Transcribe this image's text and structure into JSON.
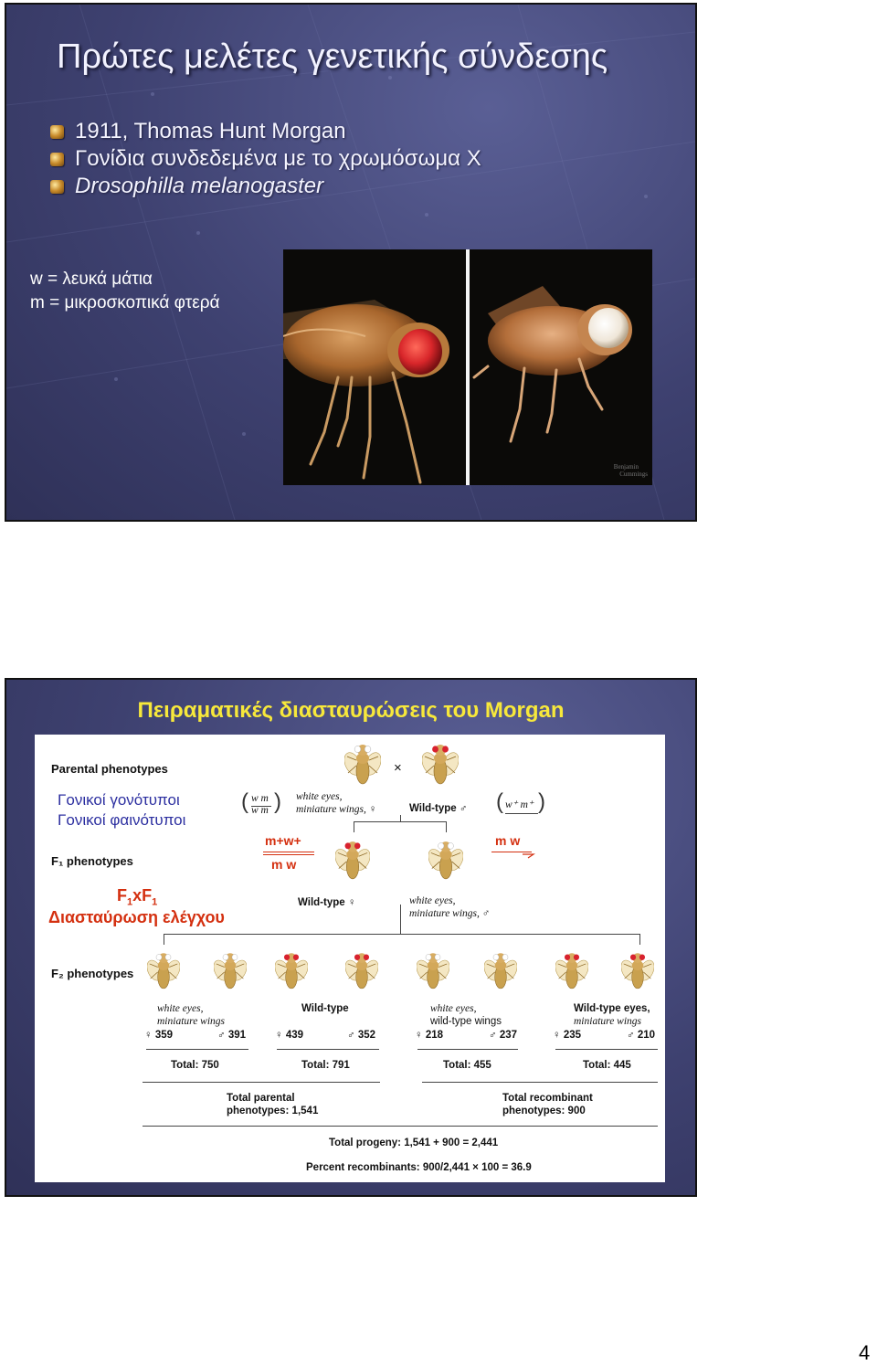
{
  "slide1": {
    "title": "Πρώτες μελέτες γενετικής σύνδεσης",
    "bullets": [
      "1911, Thomas Hunt Morgan",
      "Γονίδια συνδεδεμένα με το χρωμόσωμα Χ",
      "Drosophilla melanogaster"
    ],
    "legend": [
      "w = λευκά μάτια",
      "m = μικροσκοπικά φτερά"
    ],
    "photo_credit": [
      "Benjamin",
      "Cummings"
    ]
  },
  "slide2": {
    "title": "Πειραματικές διασταυρώσεις του Morgan",
    "parental_phenotypes": "Parental phenotypes",
    "cross_symbol": "×",
    "genotype_label": "Γονικοί γονότυποι",
    "phenotype_label": "Γονικοί φαινότυποι",
    "p_female_genotype_top": "w m",
    "p_female_genotype_bottom": "w m",
    "p_female_desc_1": "white eyes,",
    "p_female_desc_2": "miniature wings, ♀",
    "p_male_desc": "Wild-type ♂",
    "p_male_genotype": "w⁺ m⁺",
    "f1_phenotypes": "F₁ phenotypes",
    "f1_female_top": "m+w+",
    "f1_female_bottom": "m w",
    "f1_male": "m w",
    "f1_female_label": "Wild-type ♀",
    "f1_male_label_1": "white eyes,",
    "f1_male_label_2": "miniature wings, ♂",
    "testcross_title": "F₁xF₁",
    "testcross_sub": "Διασταύρωση ελέγχου",
    "f2_phenotypes": "F₂ phenotypes",
    "groups": [
      {
        "label1": "white eyes,",
        "label2": "miniature wings",
        "female": "♀ 359",
        "male": "♂ 391",
        "total": "Total: 750"
      },
      {
        "label1": "Wild-type",
        "label2": "",
        "female": "♀ 439",
        "male": "♂ 352",
        "total": "Total: 791"
      },
      {
        "label1": "white eyes,",
        "label2": "wild-type wings",
        "female": "♀ 218",
        "male": "♂ 237",
        "total": "Total: 455"
      },
      {
        "label1": "Wild-type eyes,",
        "label2": "miniature wings",
        "female": "♀ 235",
        "male": "♂ 210",
        "total": "Total: 445"
      }
    ],
    "parental_total_1": "Total parental",
    "parental_total_2": "phenotypes: 1,541",
    "recombinant_total_1": "Total recombinant",
    "recombinant_total_2": "phenotypes: 900",
    "total_progeny": "Total progeny: 1,541 + 900 = 2,441",
    "percent_recombinants": "Percent recombinants: 900/2,441 × 100 = 36.9"
  },
  "page_number": "4",
  "colors": {
    "slide_bg": "#3e4170",
    "title_yellow": "#f7e83b",
    "blue_text": "#2c2fa0",
    "red_text": "#d43010"
  }
}
